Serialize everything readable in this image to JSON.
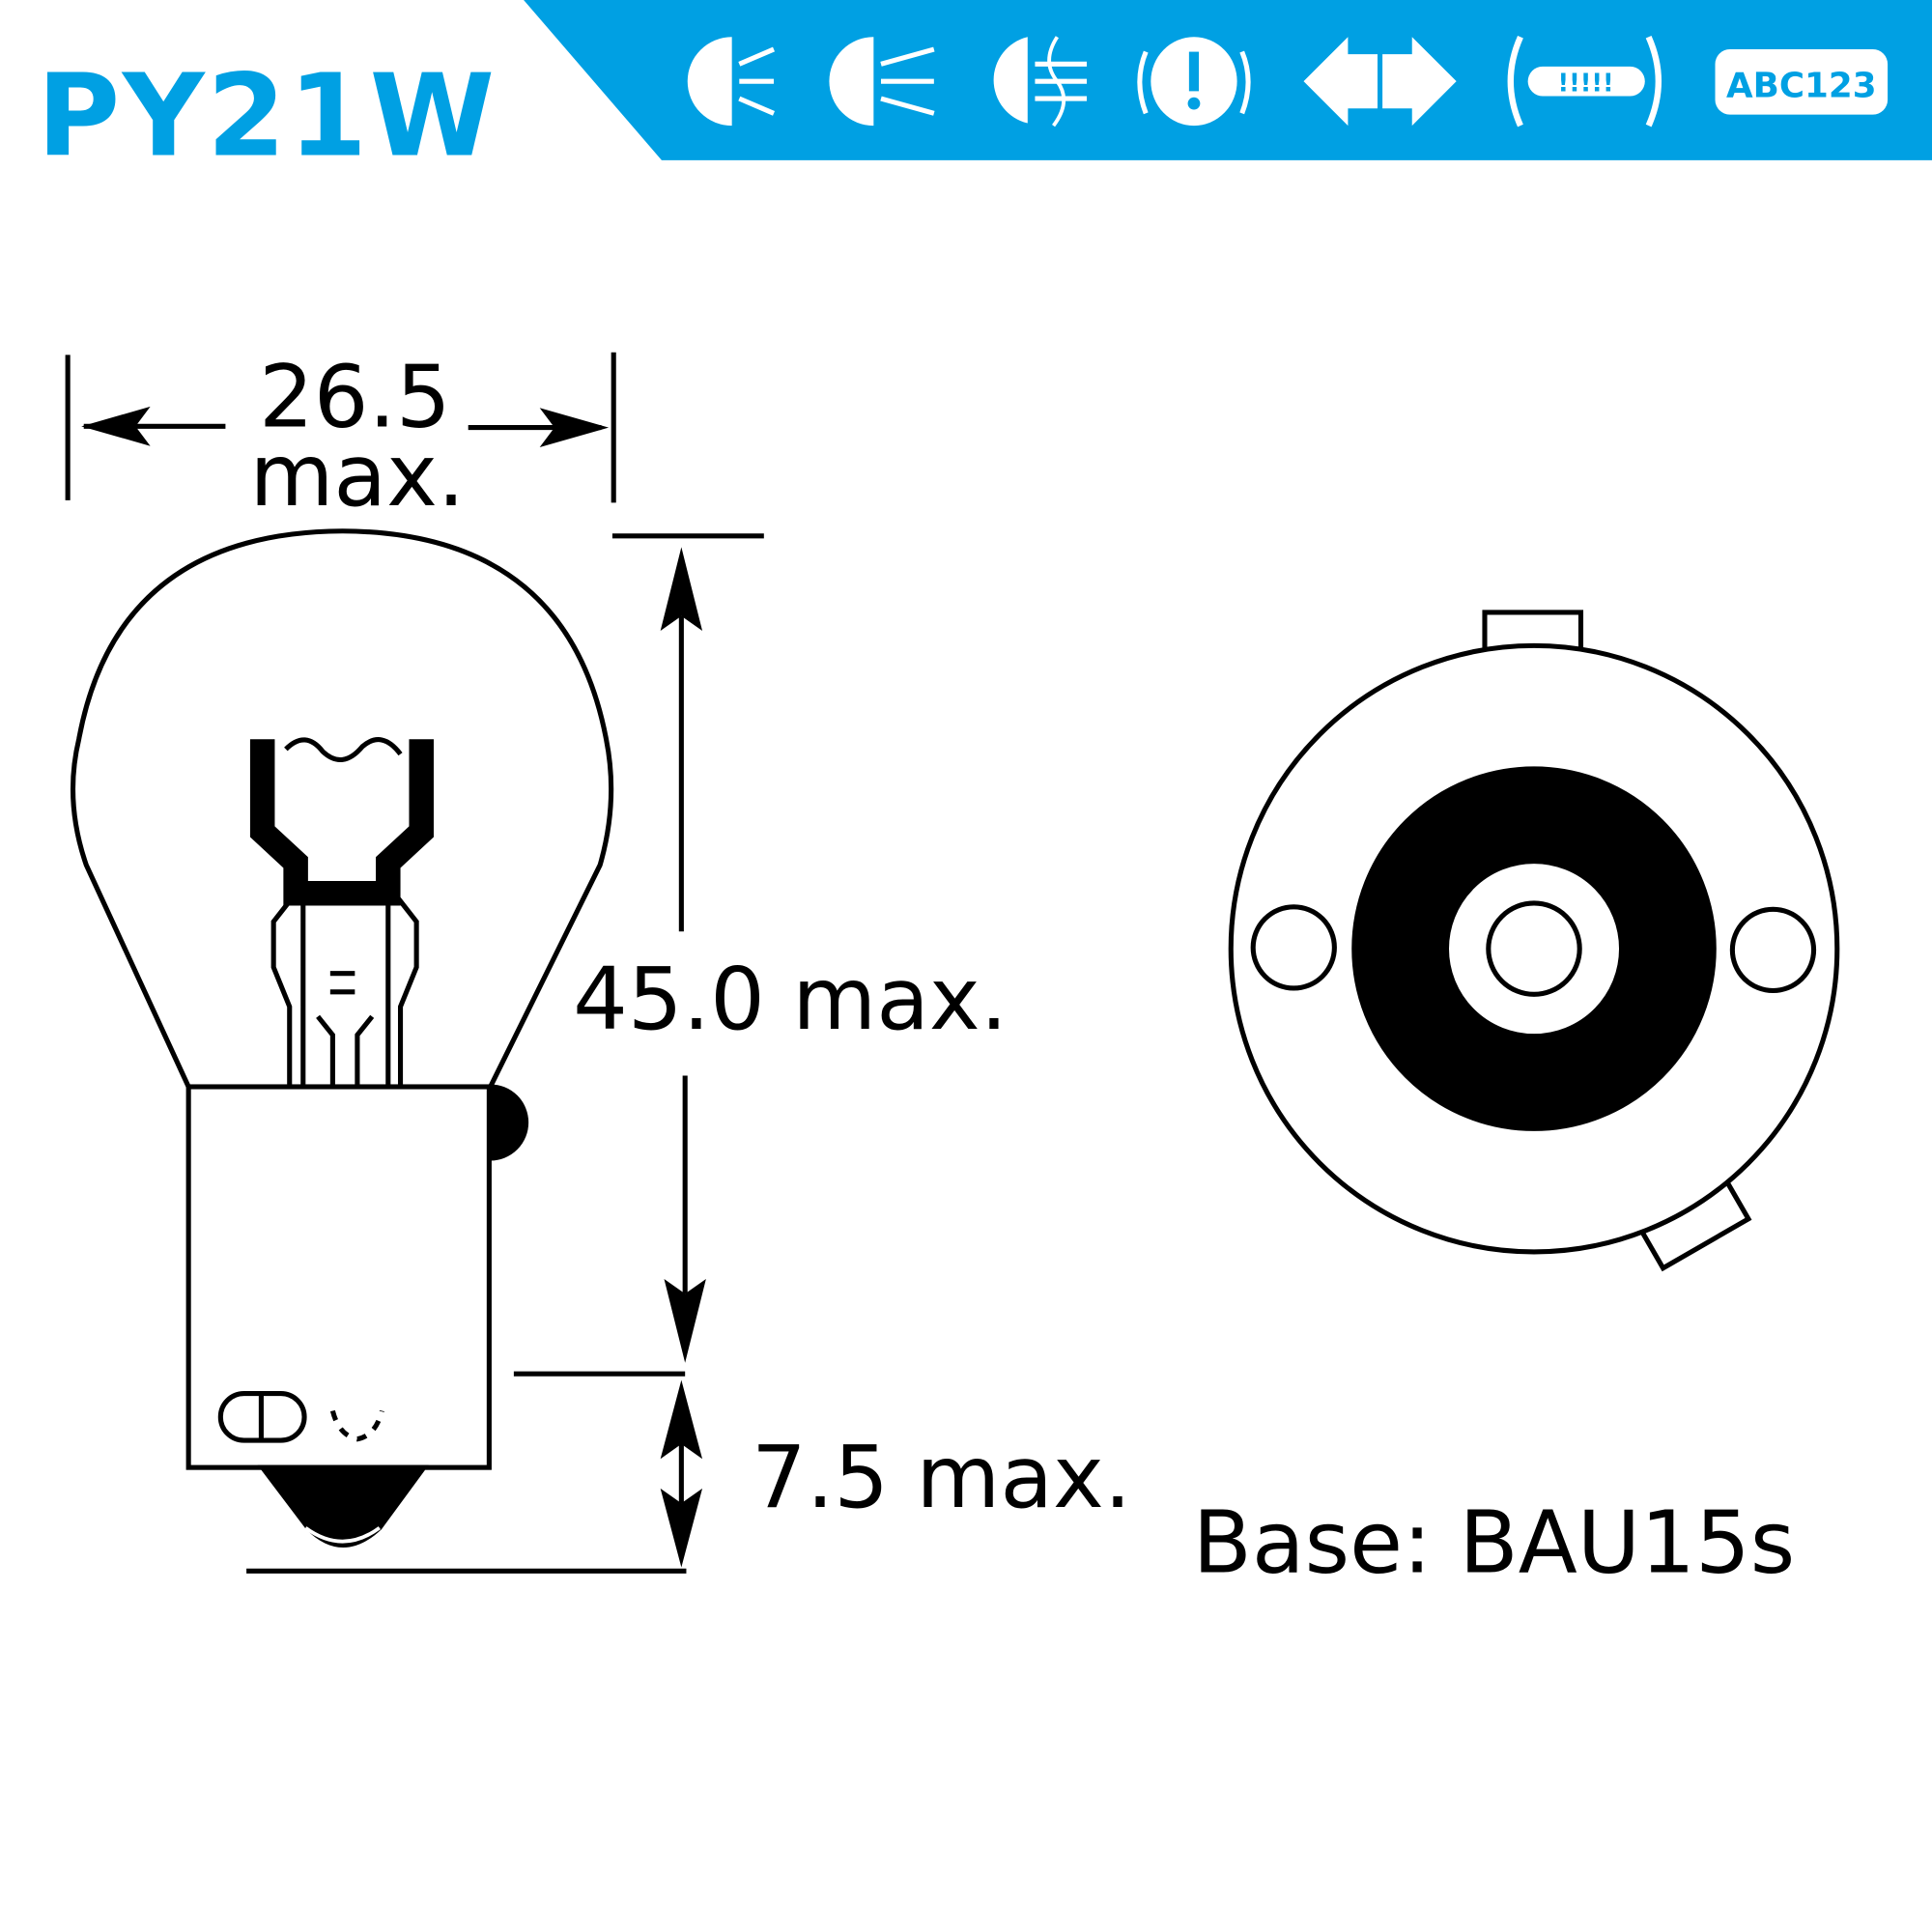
{
  "header": {
    "title": "PY21W",
    "brand_color": "#00a0e3",
    "icons": [
      "position-light-icon",
      "low-beam-icon",
      "fog-light-icon",
      "warning-light-icon",
      "turn-signal-icon",
      "interior-light-icon",
      "license-plate-icon"
    ],
    "plate_text": "ABC123",
    "interior_text": "!!!!!"
  },
  "dimensions": {
    "width_value": "26.5",
    "width_suffix": "max.",
    "height_label": "45.0 max.",
    "base_height_label": "7.5 max."
  },
  "base_label": "Base: BAU15s"
}
